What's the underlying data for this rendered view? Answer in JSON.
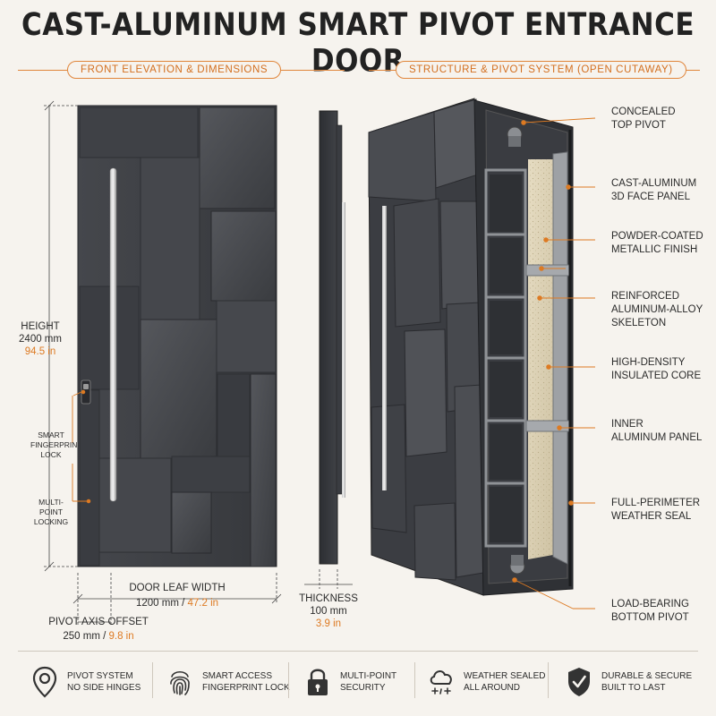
{
  "title": "CAST-ALUMINUM SMART PIVOT ENTRANCE DOOR",
  "sections": {
    "left": "FRONT ELEVATION & DIMENSIONS",
    "right": "STRUCTURE & PIVOT SYSTEM (OPEN CUTAWAY)"
  },
  "dimensions": {
    "height_label": "HEIGHT",
    "height_mm": "2400 mm",
    "height_in": "94.5 in",
    "width_label": "DOOR LEAF WIDTH",
    "width_mm": "1200 mm",
    "width_sep": " / ",
    "width_in": "47.2 in",
    "pivot_label": "PIVOT AXIS OFFSET",
    "pivot_mm": "250 mm",
    "pivot_sep": " / ",
    "pivot_in": "9.8 in",
    "thickness_label": "THICKNESS",
    "thickness_mm": "100 mm",
    "thickness_in": "3.9 in"
  },
  "front_labels": {
    "lock_line1": "SMART",
    "lock_line2": "FINGERPRIN",
    "lock_line3": "LOCK",
    "locking_line1": "MULTI-",
    "locking_line2": "POINT",
    "locking_line3": "LOCKING"
  },
  "callouts": [
    {
      "line1": "CONCEALED",
      "line2": "TOP PIVOT"
    },
    {
      "line1": "CAST-ALUMINUM",
      "line2": "3D FACE PANEL"
    },
    {
      "line1": "POWDER-COATED",
      "line2": "METALLIC FINISH"
    },
    {
      "line1": "REINFORCED",
      "line2": "ALUMINUM-ALLOY",
      "line3": "SKELETON"
    },
    {
      "line1": "HIGH-DENSITY",
      "line2": "INSULATED CORE"
    },
    {
      "line1": "INNER",
      "line2": "ALUMINUM PANEL"
    },
    {
      "line1": "FULL-PERIMETER",
      "line2": "WEATHER SEAL"
    },
    {
      "line1": "LOAD-BEARING",
      "line2": "BOTTOM PIVOT"
    }
  ],
  "features": [
    {
      "icon": "pivot-pin-icon",
      "line1": "PIVOT SYSTEM",
      "line2": "NO SIDE HINGES"
    },
    {
      "icon": "fingerprint-icon",
      "line1": "SMART ACCESS",
      "line2": "FINGERPRINT LOCK"
    },
    {
      "icon": "padlock-icon",
      "line1": "MULTI-POINT",
      "line2": "SECURITY"
    },
    {
      "icon": "weather-cloud-icon",
      "line1": "WEATHER SEALED",
      "line2": "ALL AROUND"
    },
    {
      "icon": "shield-check-icon",
      "line1": "DURABLE & SECURE",
      "line2": "BUILT TO LAST"
    }
  ],
  "colors": {
    "accent": "#dd7a22",
    "door": "#3d3f44",
    "door_dark": "#2b2d31",
    "background": "#f6f3ee"
  }
}
